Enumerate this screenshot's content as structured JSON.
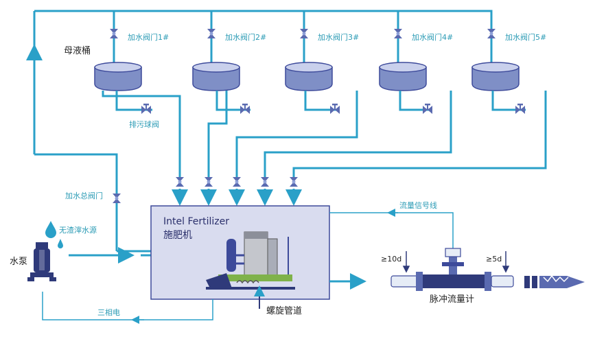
{
  "tanks": {
    "mother_liquor_label": "母液桶",
    "valve_labels": [
      "加水阀门1#",
      "加水阀门2#",
      "加水阀门3#",
      "加水阀门4#",
      "加水阀门5#"
    ],
    "drain_valve_label": "排污球阀"
  },
  "water_main_valve_label": "加水总阀门",
  "water_source_label": "无渣滓水源",
  "pump_label": "水泵",
  "fertilizer_machine": {
    "title_en": "Intel Fertilizer",
    "title_cn": "施肥机"
  },
  "spiral_pipe_label": "螺旋管道",
  "three_phase_label": "三相电",
  "flow_signal_label": "流量信号线",
  "flowmeter": {
    "label": "脉冲流量计",
    "upstream": "≥10d",
    "downstream": "≥5d"
  },
  "colors": {
    "pipe": "#2aa0c8",
    "tank": "#7f8fc6",
    "valve": "#5a6ab0",
    "box_fill": "#d9dcef",
    "box_stroke": "#3d4a9a",
    "text_teal": "#2b9bb5"
  }
}
